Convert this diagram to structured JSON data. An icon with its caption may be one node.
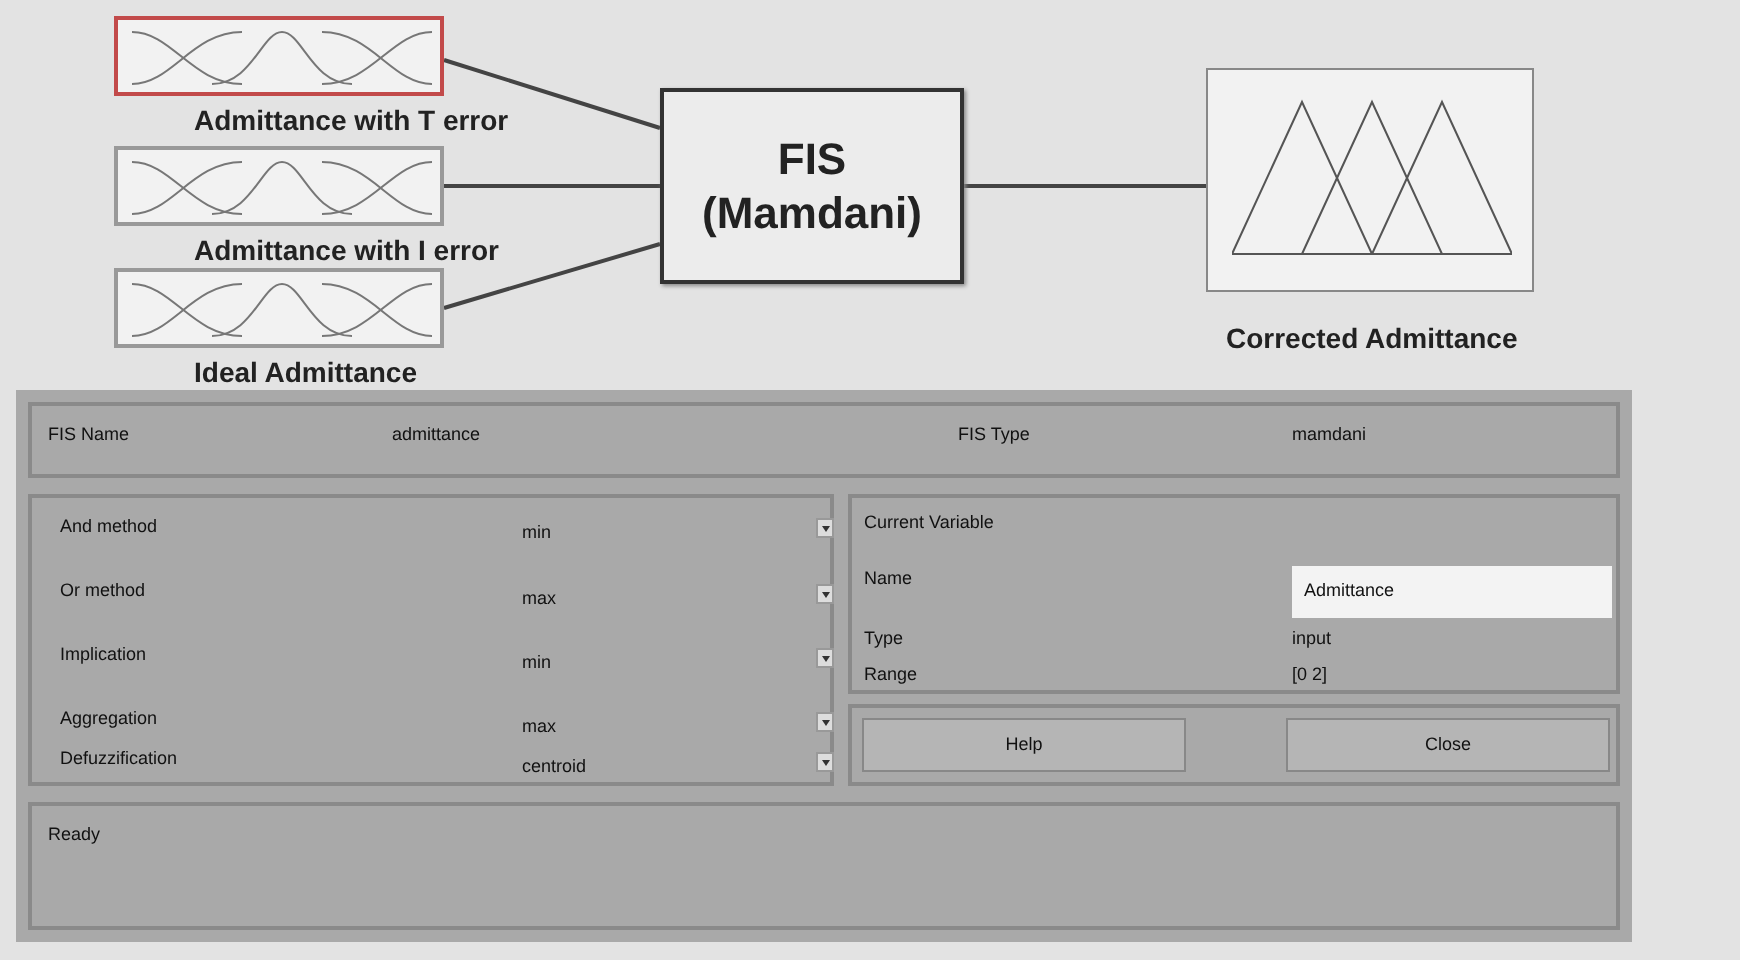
{
  "diagram": {
    "nodes": [
      {
        "text": [
          "Admittance with T error"
        ]
      },
      {
        "text": [
          "Admittance with I error"
        ]
      },
      {
        "text": [
          "Ideal Admittance"
        ]
      },
      {
        "text": [
          "FIS (Mamdani)"
        ]
      },
      {
        "text": [
          "Corrected Admittance"
        ]
      }
    ],
    "edges": [
      {
        "from": 0,
        "to": 3,
        "arrow": "none"
      },
      {
        "from": 1,
        "to": 3,
        "arrow": "none"
      },
      {
        "from": 2,
        "to": 3,
        "arrow": "none"
      },
      {
        "from": 3,
        "to": 4,
        "arrow": "none"
      }
    ],
    "labels": [
      "FIS Name",
      "admittance",
      "FIS Type",
      "mamdani",
      "And method",
      "min",
      "Current Variable",
      "Or method",
      "max",
      "Name",
      "Admittance",
      "Implication",
      "min",
      "Type",
      "input",
      "Aggregation",
      "max",
      "Range",
      "[0 2]",
      "Defuzzification",
      "centroid",
      "Help",
      "Close",
      "Ready"
    ]
  }
}
